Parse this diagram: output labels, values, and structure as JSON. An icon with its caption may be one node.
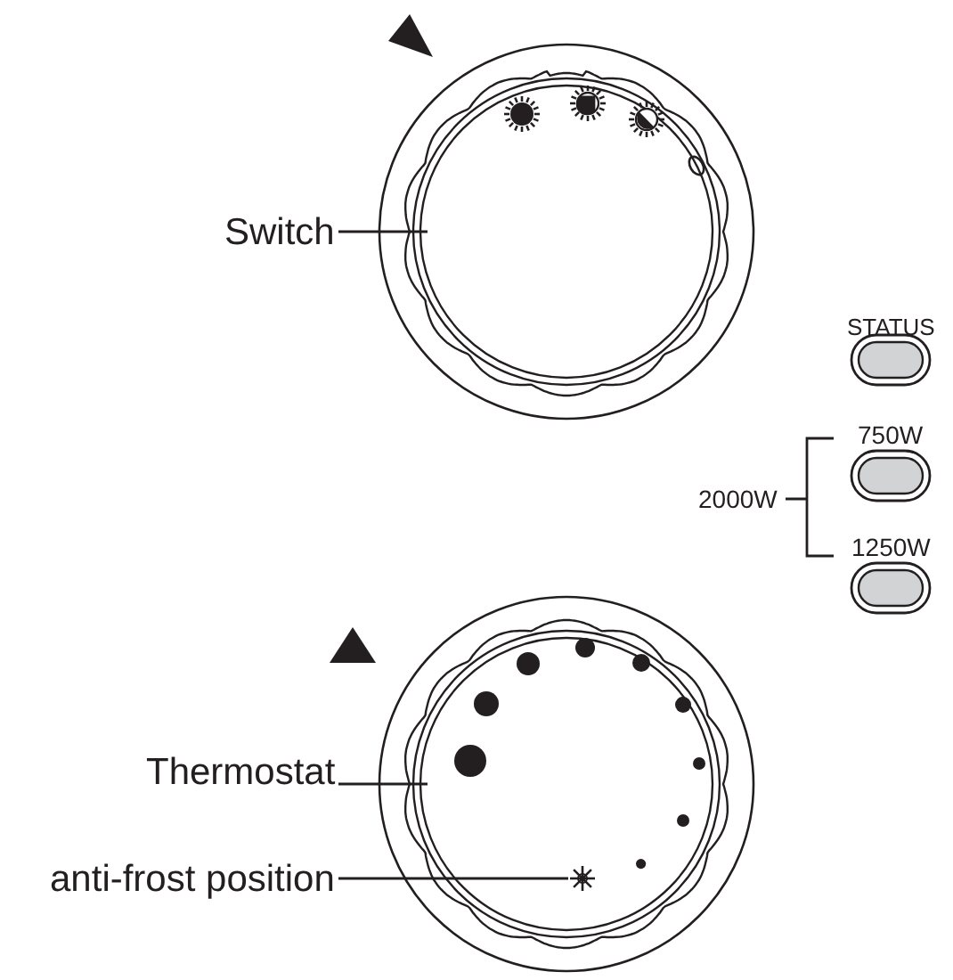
{
  "diagram": {
    "nodes": [
      {
        "text": [
          "Switch"
        ]
      },
      {
        "text": [],
        "shape": "circle"
      },
      {
        "text": [
          "Thermostat"
        ]
      },
      {
        "text": [],
        "shape": "circle"
      },
      {
        "text": [
          "anti-frost position"
        ]
      },
      {
        "text": [],
        "shape": "snowflake",
        "in": 3
      }
    ],
    "edges": [
      {
        "from": 0,
        "to": 1,
        "arrow": "none"
      },
      {
        "from": 2,
        "to": 3,
        "arrow": "none"
      },
      {
        "from": 4,
        "to": 5,
        "arrow": "none"
      }
    ],
    "labels": [
      "STATUS",
      "750W",
      "2000W",
      "1250W"
    ]
  }
}
